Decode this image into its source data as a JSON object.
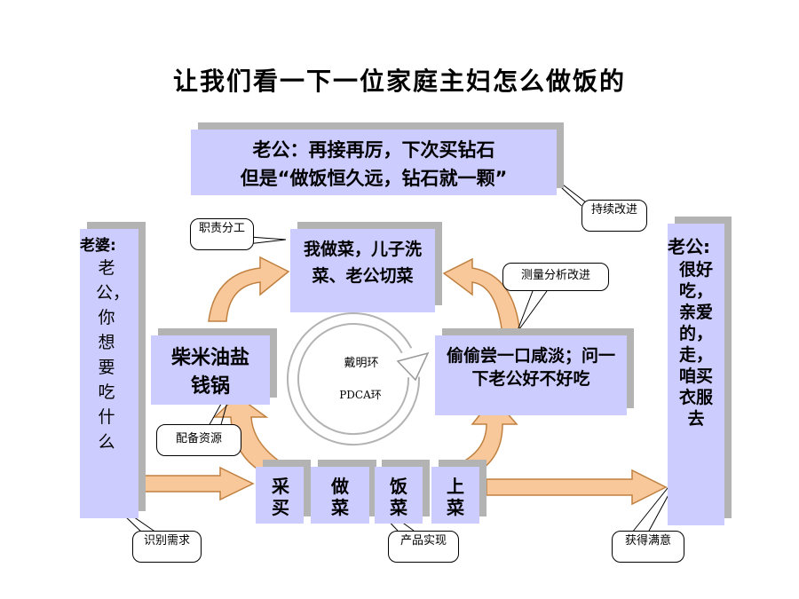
{
  "title": "让我们看一下一位家庭主妇怎么做饭的",
  "husband_top": {
    "line1": "老公：再接再厉，下次买钻石",
    "line2": "但是“做饭恒久远，钻石就一颗”"
  },
  "wife": {
    "heading": "老婆:",
    "body": "老公，你想要吃什么"
  },
  "husband_right": {
    "heading": "老公:",
    "body": "很好吃，亲爱的，走，咱买衣服去"
  },
  "boxes": {
    "division": "我做菜，儿子洗菜、老公切菜",
    "resources": "柴米油盐钱锅",
    "taste": "偷偷尝一口咸淡；问一下老公好不好吃"
  },
  "steps": [
    {
      "label": "采买"
    },
    {
      "label": "做菜"
    },
    {
      "label": "饭菜"
    },
    {
      "label": "上菜"
    }
  ],
  "cycle": {
    "label1": "戴明环",
    "label2": "PDCA环"
  },
  "callouts": {
    "continuous": "持续改进",
    "duty": "职责分工",
    "measure": "测量分析改进",
    "resource": "配备资源",
    "identify": "识别需求",
    "product": "产品实现",
    "satisfaction": "获得满意"
  },
  "colors": {
    "box_fill": "#ccccff",
    "shadow": "#b3b3b3",
    "arrow_fill": "#f8c89a"
  }
}
